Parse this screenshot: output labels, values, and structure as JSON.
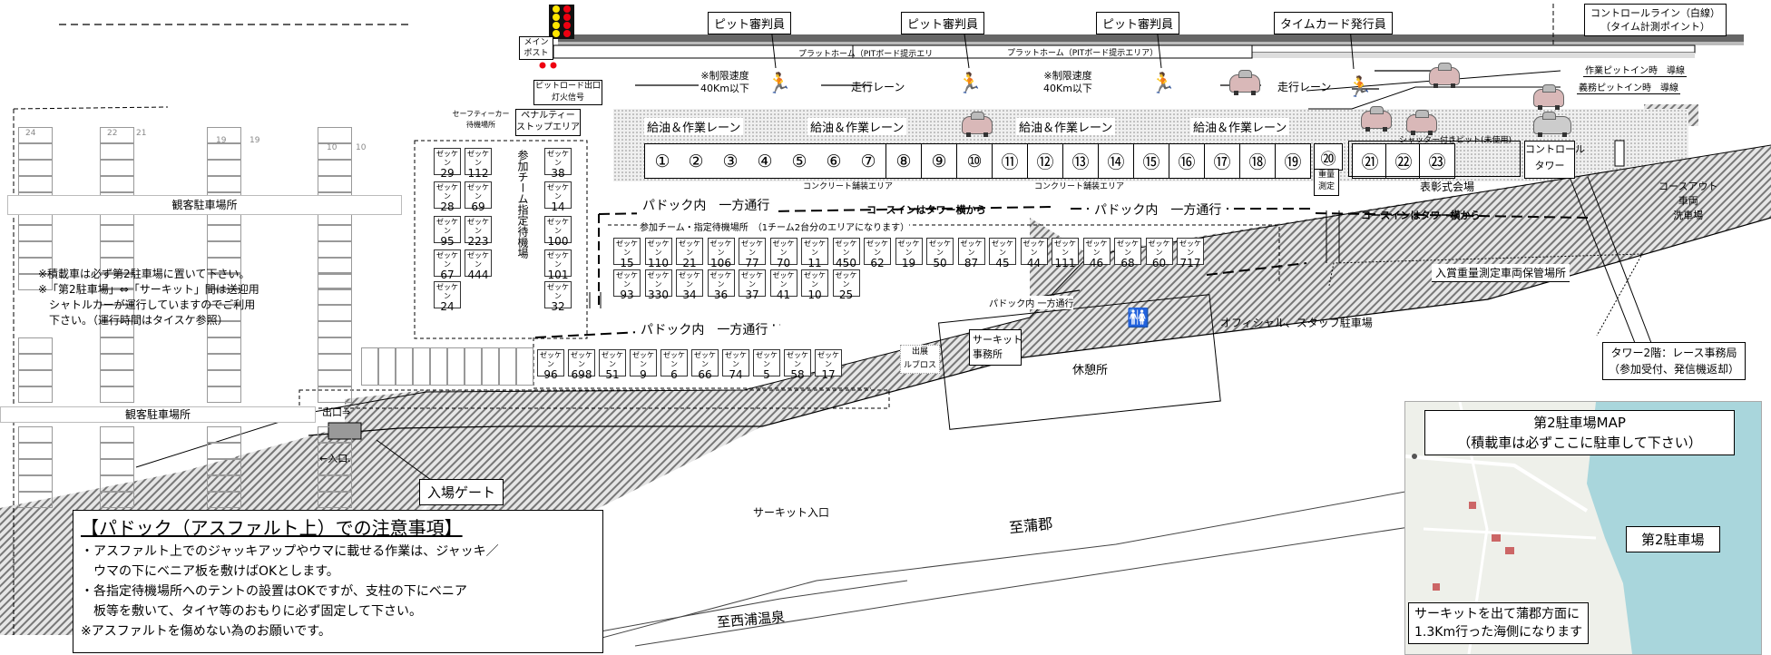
{
  "map": {
    "pit_judges": [
      "ピット審判員",
      "ピット審判員",
      "ピット審判員"
    ],
    "timecard": "タイムカード発行員",
    "control_line": "コントロールライン（白線）",
    "control_line_sub": "（タイム計測ポイント）",
    "main_post": "メイン\nポスト",
    "platform1": "プラットホーム（PITボード提示エリ",
    "platform2": "プラットホーム（PITボード提示エリア）",
    "pit_road_exit": "ピットロード出口\n灯火信号",
    "speed_limit1": "※制限速度\n40Km以下",
    "speed_limit2": "※制限速度\n40Km以下",
    "running_lane1": "走行レーン",
    "running_lane2": "走行レーン",
    "work_pitin": "作業ピットイン時　導線",
    "duty_pitin": "義務ピットイン時　導線",
    "safety_car": "セーフティーカー\n待機場所",
    "penalty": "ペナルティー\nストップエリア",
    "fuel_lanes": [
      "給油＆作業レーン",
      "給油＆作業レーン",
      "給油＆作業レーン",
      "給油＆作業レーン"
    ],
    "pits": [
      "①",
      "②",
      "③",
      "④",
      "⑤",
      "⑥",
      "⑦",
      "⑧",
      "⑨",
      "⑩",
      "⑪",
      "⑫",
      "⑬",
      "⑭",
      "⑮",
      "⑯",
      "⑰",
      "⑱",
      "⑲",
      "⑳",
      "㉑",
      "㉒",
      "㉓"
    ],
    "weigh": "重量\n測定",
    "shutter": "シャッター付きピット(未使用)",
    "control_tower": "コントロール\nタワー",
    "concrete1": "コンクリート舗装エリア",
    "concrete2": "コンクリート舗装エリア",
    "podium": "表彰式会場",
    "course_out": "コースアウト\n車両\n洗車場",
    "paddock_oneway": [
      "パドック内　一方通行",
      "パドック内　一方通行",
      "パドック内　一方通行"
    ],
    "paddock_oneway_small": "パドック内 一方通行",
    "course_in": "コースインはタワー横から",
    "course_in2": "コースインはタワー横から",
    "waiting_area": "参加チーム・指定待機場所　（1チーム2台分のエリアになります）",
    "team_waiting": "参加チーム指定待機場",
    "zekken": "ゼッケン",
    "left_pairs": [
      [
        "29",
        "112"
      ],
      [
        "28",
        "69"
      ],
      [
        "95",
        "223"
      ],
      [
        "67",
        "444"
      ],
      [
        "24",
        ""
      ]
    ],
    "left_col2": [
      "38",
      "14",
      "100",
      "101",
      "32"
    ],
    "row1": [
      "15",
      "110",
      "21",
      "106",
      "77",
      "70",
      "11",
      "450",
      "62",
      "19",
      "50",
      "87",
      "45",
      "44",
      "111",
      "46",
      "68",
      "60",
      "717"
    ],
    "row2": [
      "93",
      "330",
      "34",
      "36",
      "37",
      "41",
      "10",
      "25"
    ],
    "row3": [
      "96",
      "698",
      "51",
      "9",
      "6",
      "66",
      "74",
      "5",
      "58",
      "17"
    ],
    "shuttenn": "出展\nルブロス",
    "impound": "入賞重量測定車両保管場所",
    "officials": "オフィシャル、スタッフ駐車場",
    "circuit_office": "サーキット\n事務所",
    "rest": "休憩所",
    "tower_2f": "タワー2階：レース事務局\n（参加受付、発信機返却）",
    "spectator1": "観客駐車場所",
    "spectator2": "観客駐車場所",
    "notes": "※積載車は必ず第2駐車場に置いて下さい。\n※「第2駐車場」⇔「サーキット」間は送迎用\n　シャトルカーが運行していますのでご利用\n　下さい。（運行時間はタイスケ参照）",
    "exit": "出口⇒",
    "entrance": "←入口.",
    "gate": "入場ゲート",
    "circuit_entrance": "サーキット入口",
    "to_gamagori": "至蒲郡",
    "to_nishiura": "至西浦温泉",
    "caution_title": "【パドック（アスファルト上）での注意事項】",
    "caution_lines": [
      "・アスファルト上でのジャッキアップやウマに載せる作業は、ジャッキ／",
      "　ウマの下にベニア板を敷けばOKとします。",
      "・各指定待機場所へのテントの設置はOKですが、支柱の下にベニア",
      "　板等を敷いて、タイヤ等のおもりに必ず固定して下さい。",
      "※アスファルトを傷めない為のお願いです。"
    ],
    "lot2_title": "第2駐車場MAP",
    "lot2_sub": "（積載車は必ずここに駐車して下さい）",
    "lot2_label": "第2駐車場",
    "lot2_note": "サーキットを出て蒲郡方面に\n1.3Km行った海側になります",
    "lot_numbers": [
      "24",
      "22",
      "21",
      "19",
      "19",
      "10",
      "10"
    ]
  }
}
